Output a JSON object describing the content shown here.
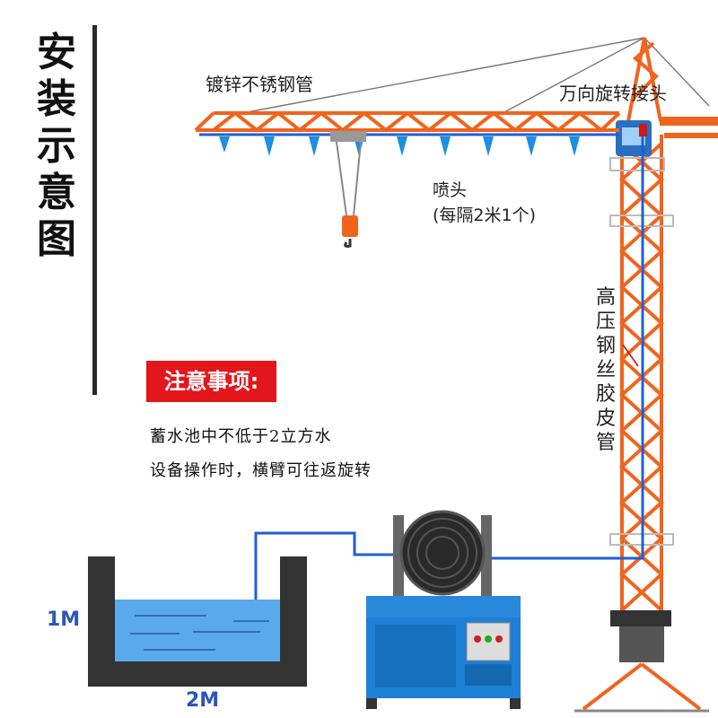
{
  "title_chars": [
    "安",
    "装",
    "示",
    "意",
    "图"
  ],
  "labels": {
    "pipe": "镀锌不锈钢管",
    "joint": "万向旋转接头",
    "nozzle_line1": "喷头",
    "nozzle_line2": "(每隔2米1个)",
    "hose_chars": [
      "高",
      "压",
      "钢",
      "丝",
      "胶",
      "皮",
      "管"
    ]
  },
  "notice": {
    "heading": "注意事项:",
    "items": [
      "蓄水池中不低于2立方水",
      "设备操作时，横臂可往返旋转"
    ]
  },
  "dimensions": {
    "height": "1M",
    "width": "2M"
  },
  "colors": {
    "crane": "#f0641e",
    "nozzle": "#1c8fe0",
    "pipe": "#1f5fd6",
    "water": "#5aa9ec",
    "tank": "#333333",
    "machine": "#1e7fd6",
    "notice_bg": "#e3161b"
  }
}
